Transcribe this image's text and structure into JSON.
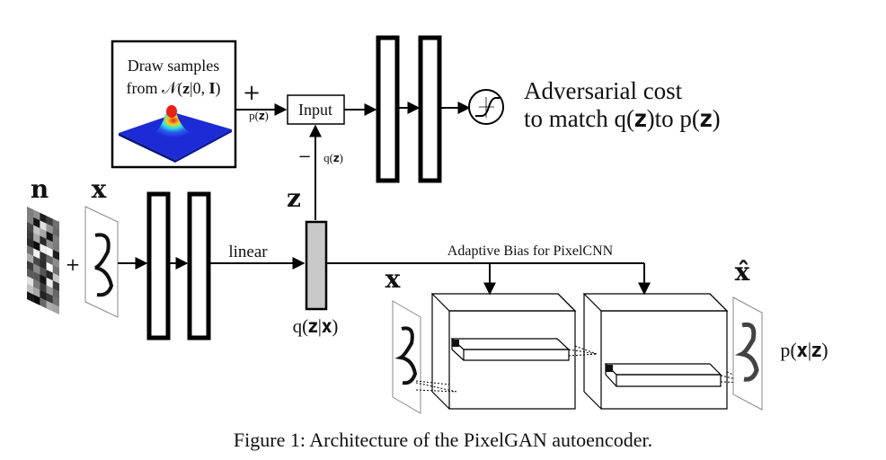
{
  "prior_box": {
    "line1": "Draw samples",
    "line2": "from 𝒩(𝐳|0, 𝐈)"
  },
  "plus_top": "+",
  "minus_top": "−",
  "pz_small": "p(𝐳)",
  "qz_small": "q(𝐳)",
  "input_label": "Input",
  "adversarial": {
    "line1": "Adversarial cost",
    "line2": "to match q(𝐳)to p(𝐳)"
  },
  "n_label": "𝐧",
  "x_label": "𝐱",
  "plus_left": "+",
  "linear_label": "linear",
  "z_label": "𝐳",
  "qzx_label": "q(𝐳|𝐱)",
  "adaptive_bias": "Adaptive Bias for PixelCNN",
  "x_label_bottom": "𝐱",
  "xhat_label": "𝐱̂",
  "pxz_label": "p(𝐱|𝐳)",
  "caption": "Figure 1: Architecture of the PixelGAN autoencoder.",
  "colors": {
    "code_fill": "#c8c8c8",
    "gauss_base": "#1d2bd6",
    "gauss_peak": "#e02010"
  }
}
